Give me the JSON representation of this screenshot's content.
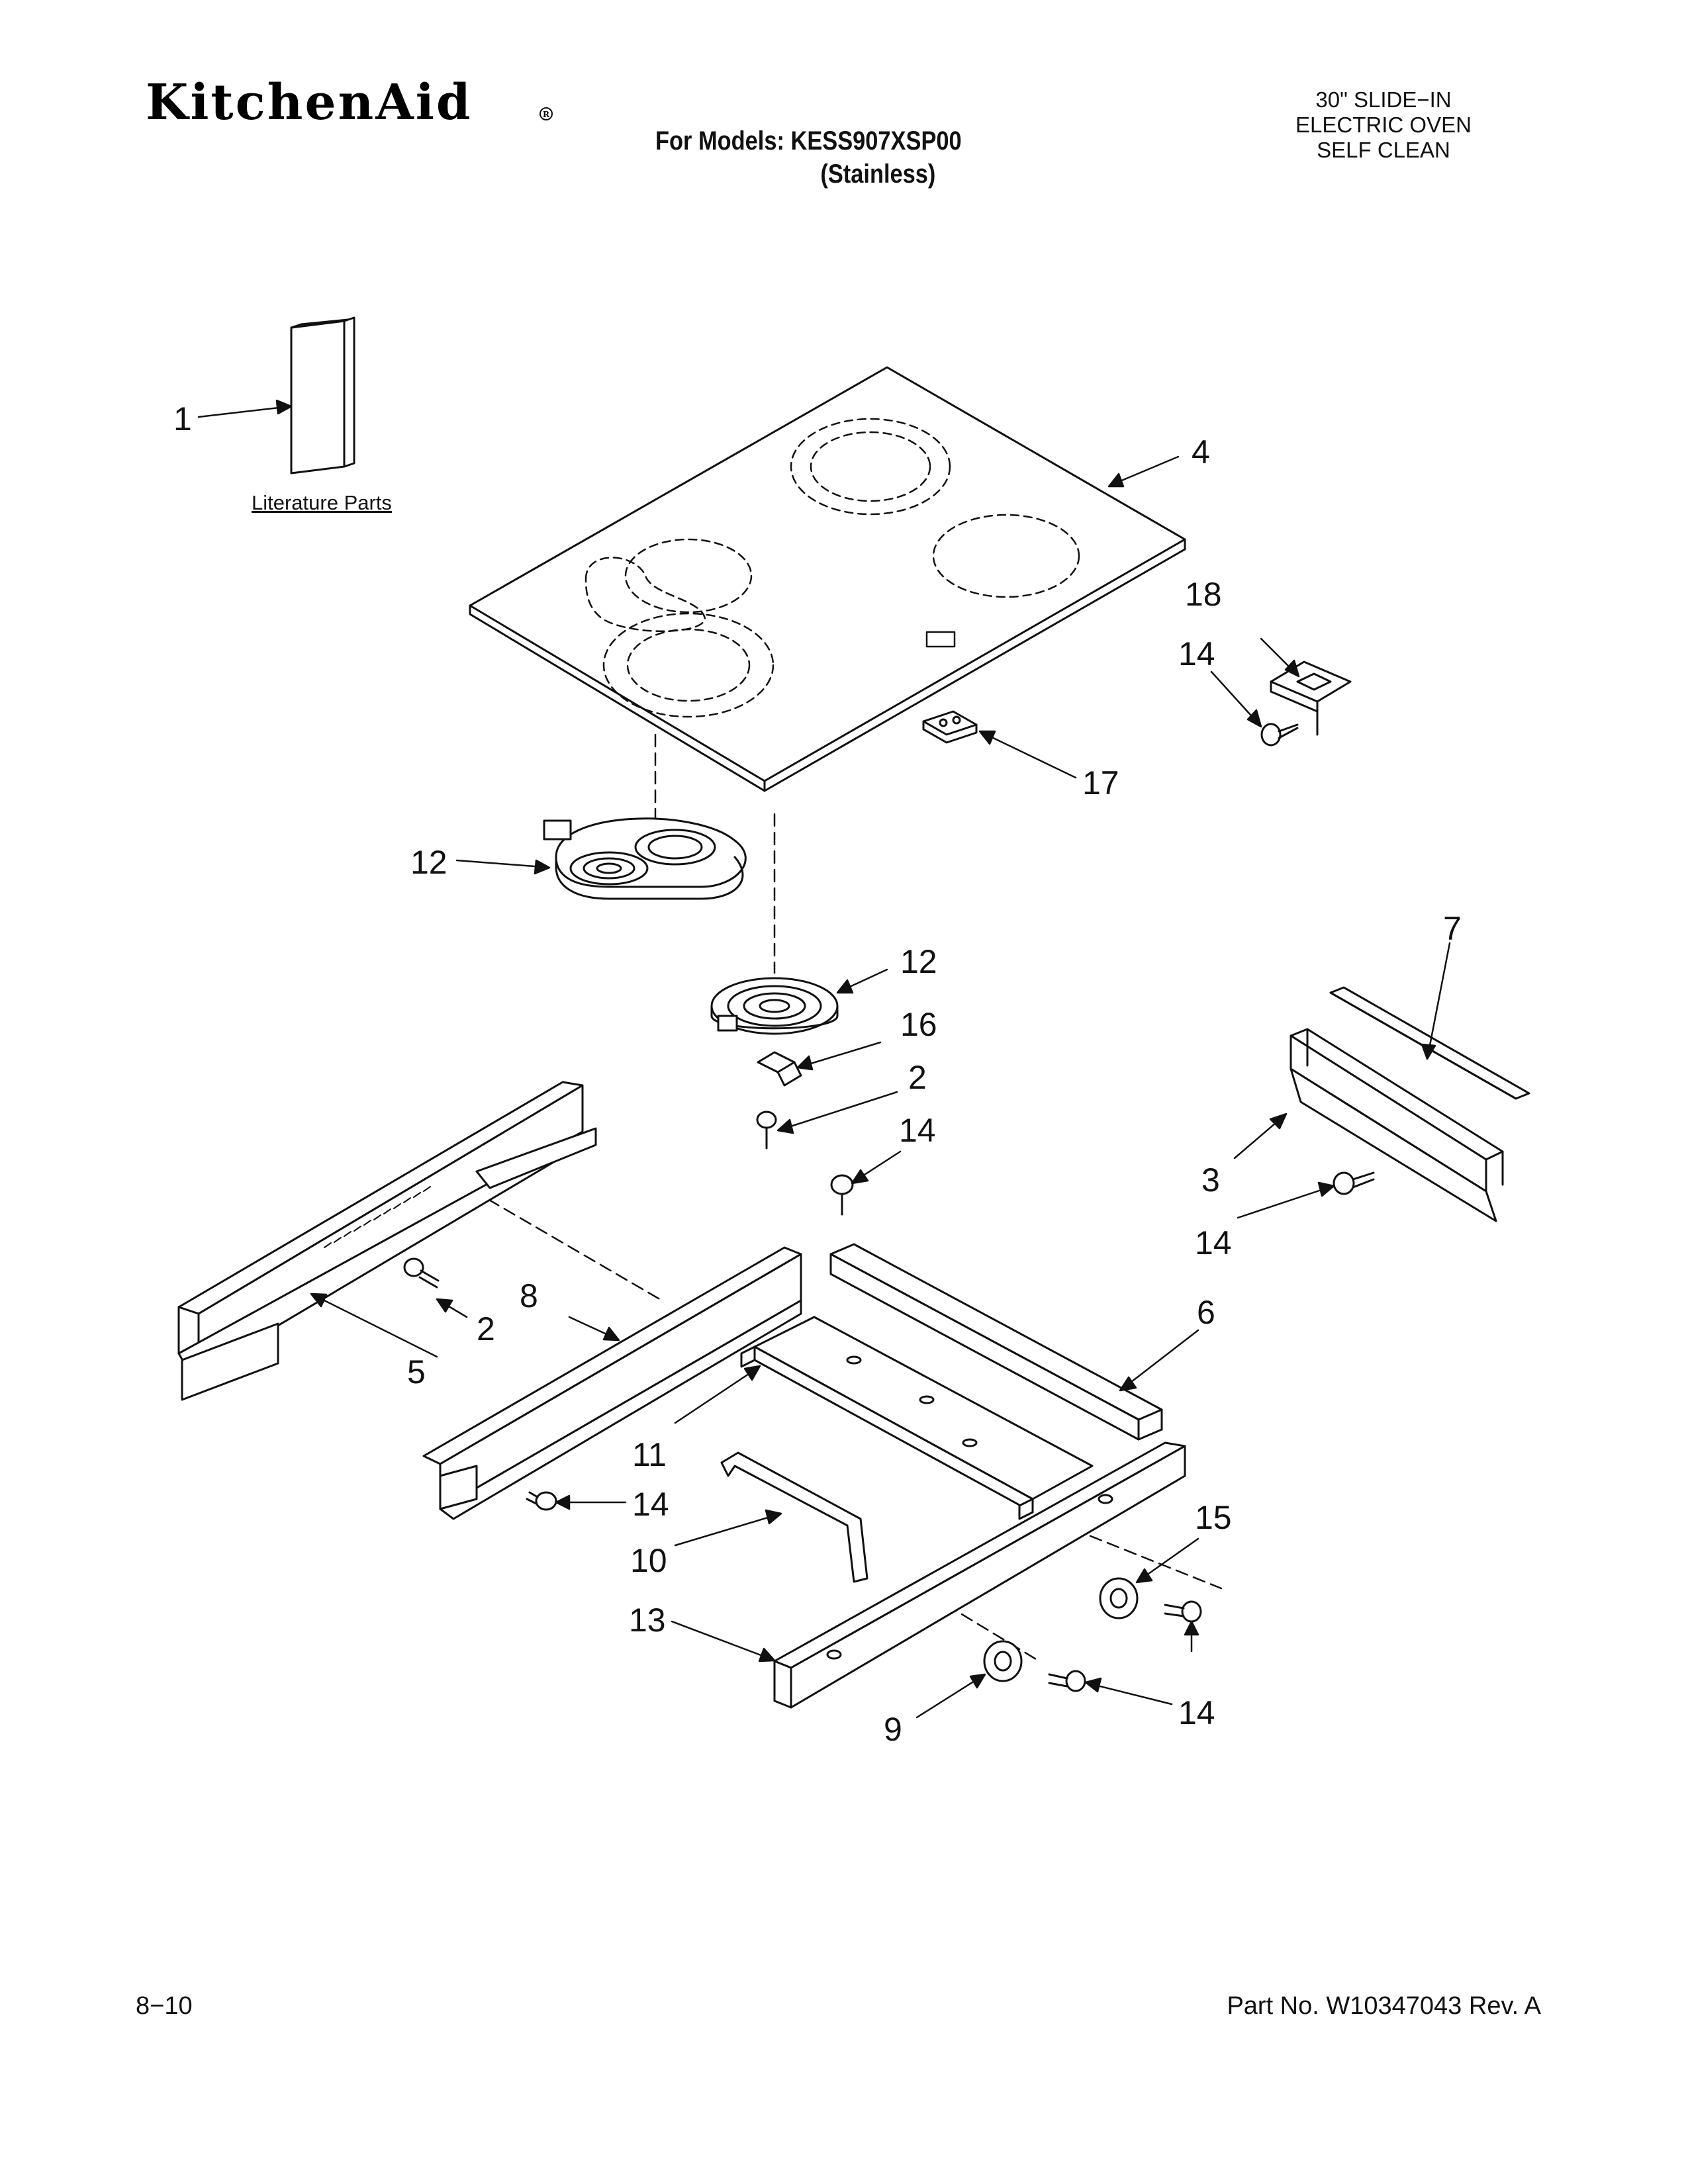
{
  "header": {
    "brand": "KitchenAid",
    "models_line1": "For Models: KESS907XSP00",
    "models_line2": "(Stainless)",
    "product_line1": "30\" SLIDE−IN",
    "product_line2": "ELECTRIC OVEN",
    "product_line3": "SELF CLEAN"
  },
  "diagram": {
    "literature_label": "Literature Parts",
    "callouts": [
      "1",
      "4",
      "18",
      "14",
      "17",
      "12",
      "12",
      "7",
      "16",
      "2",
      "14",
      "3",
      "14",
      "6",
      "8",
      "2",
      "5",
      "11",
      "14",
      "10",
      "15",
      "13",
      "9",
      "14"
    ]
  },
  "footer": {
    "page": "8−10",
    "part_no": "Part No. W10347043 Rev. A"
  },
  "colors": {
    "ink": "#111111",
    "paper": "#ffffff"
  }
}
